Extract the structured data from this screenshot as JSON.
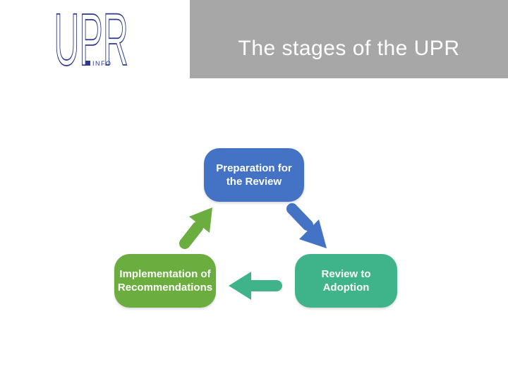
{
  "slide": {
    "title": "The stages of the UPR",
    "title_color": "#ffffff",
    "header_bg": "#a7a7a7",
    "background": "#ffffff"
  },
  "logo": {
    "text": "UPR",
    "subtext": "INFO",
    "color": "#2b3990"
  },
  "diagram": {
    "type": "cycle",
    "nodes": [
      {
        "id": "preparation",
        "label_line1": "Preparation for",
        "label_line2": "the Review",
        "color": "#4472c4",
        "position": "top-center"
      },
      {
        "id": "implementation",
        "label_line1": "Implementation of",
        "label_line2": "Recommendations",
        "color": "#6bad3f",
        "position": "bottom-left"
      },
      {
        "id": "review",
        "label_line1": "Review to",
        "label_line2": "Adoption",
        "color": "#3fb48b",
        "position": "bottom-right"
      }
    ],
    "arrows": [
      {
        "name": "preparation-to-review",
        "color": "#4472c4",
        "direction": "down-right"
      },
      {
        "name": "review-to-implementation",
        "color": "#3fb48b",
        "direction": "left"
      },
      {
        "name": "implementation-to-preparation",
        "color": "#6bad3f",
        "direction": "up-right"
      }
    ]
  }
}
